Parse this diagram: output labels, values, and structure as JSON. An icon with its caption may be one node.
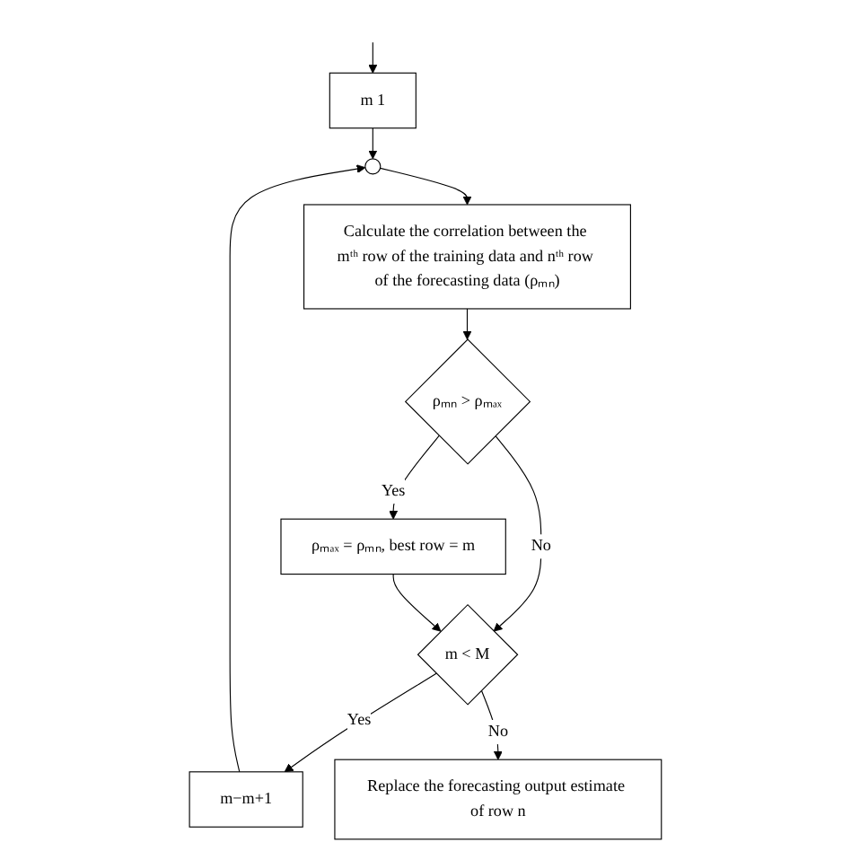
{
  "diagram": {
    "nodes": [
      {
        "text": [
          "m 1"
        ]
      },
      {
        "text": [],
        "shape": "circle"
      },
      {
        "text": [
          "Calculate the correlation between the mᵗʰ row of the training data and nᵗʰ row of the forecasting data (ρₘₙ)"
        ]
      },
      {
        "text": [
          "ρₘₙ > ρₘₐₓ"
        ]
      },
      {
        "text": [
          "ρₘₐₓ = ρₘₙ,   best row = m"
        ]
      },
      {
        "text": [
          "m < M"
        ]
      },
      {
        "text": [
          "m−m+1"
        ]
      },
      {
        "text": [
          "Replace the forecasting output estimate of row n"
        ]
      }
    ],
    "edges": [
      {
        "from": null,
        "to": 0,
        "arrow": "to"
      },
      {
        "from": 0,
        "to": 1,
        "arrow": "to"
      },
      {
        "from": 1,
        "to": 2,
        "arrow": "to"
      },
      {
        "from": 2,
        "to": 3,
        "arrow": "to"
      },
      {
        "from": 3,
        "to": 4,
        "arrow": "to",
        "label": "Yes"
      },
      {
        "from": 3,
        "to": 5,
        "arrow": "to",
        "label": "No"
      },
      {
        "from": 4,
        "to": 5,
        "arrow": "to"
      },
      {
        "from": 5,
        "to": 6,
        "arrow": "to",
        "label": "Yes"
      },
      {
        "from": 6,
        "to": 1,
        "arrow": "to"
      },
      {
        "from": 5,
        "to": 7,
        "arrow": "to",
        "label": "No"
      }
    ]
  }
}
